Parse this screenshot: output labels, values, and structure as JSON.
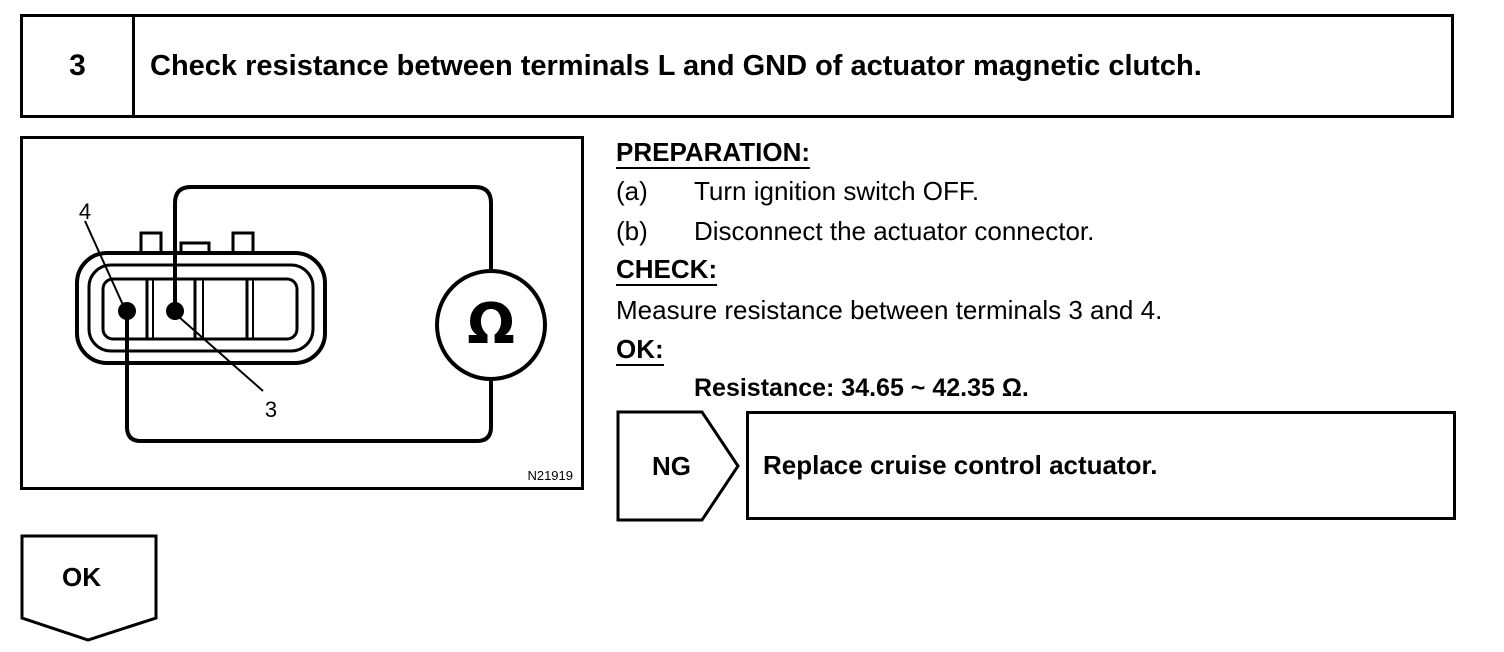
{
  "step": {
    "number": "3",
    "title": "Check resistance between terminals L and GND of actuator magnetic clutch."
  },
  "figure": {
    "terminal_left": "4",
    "terminal_right": "3",
    "meter_symbol": "Ω",
    "code": "N21919"
  },
  "preparation": {
    "heading": "PREPARATION:",
    "items": [
      {
        "label": "(a)",
        "text": "Turn ignition switch OFF."
      },
      {
        "label": "(b)",
        "text": "Disconnect the actuator connector."
      }
    ]
  },
  "check": {
    "heading": "CHECK:",
    "text": "Measure resistance between terminals 3 and 4."
  },
  "ok_spec": {
    "heading": "OK:",
    "text": "Resistance: 34.65 ~ 42.35 Ω."
  },
  "ng": {
    "label": "NG",
    "action": "Replace cruise control actuator."
  },
  "ok_result": {
    "label": "OK"
  }
}
